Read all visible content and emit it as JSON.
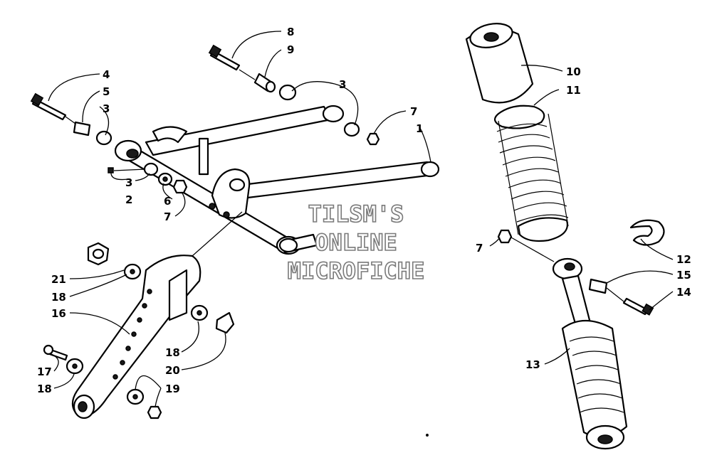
{
  "watermark": {
    "line1": "TILSM'S",
    "line2": "ONLINE",
    "line3": "MICROFICHE"
  },
  "callouts": {
    "c8": "8",
    "c9": "9",
    "c3a": "3",
    "c4": "4",
    "c5": "5",
    "c3b": "3",
    "c7a": "7",
    "c1": "1",
    "c3c": "3",
    "c2": "2",
    "c6": "6",
    "c7b": "7",
    "c21": "21",
    "c18a": "18",
    "c16": "16",
    "c18b": "18",
    "c20": "20",
    "c17": "17",
    "c18c": "18",
    "c19": "19",
    "c10": "10",
    "c11": "11",
    "c7c": "7",
    "c12": "12",
    "c15": "15",
    "c14": "14",
    "c13": "13"
  }
}
